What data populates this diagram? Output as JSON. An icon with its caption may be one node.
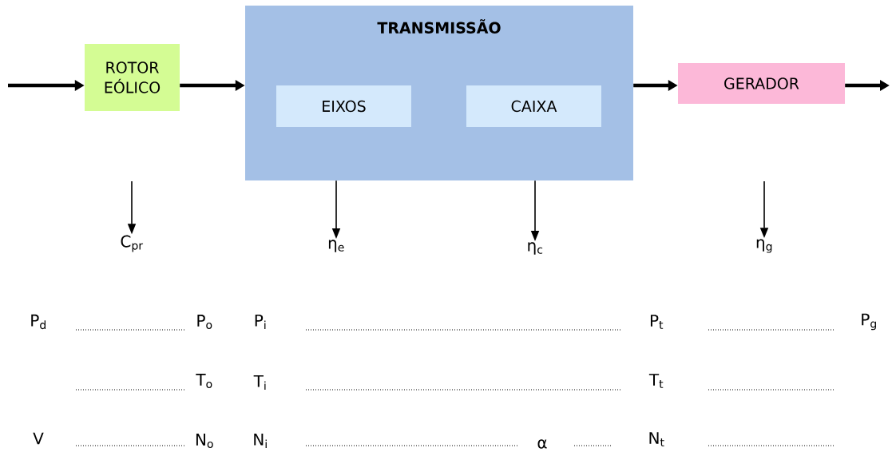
{
  "diagram": {
    "nodes": [
      {
        "text": [
          "ROTOR EÓLICO"
        ]
      },
      {
        "text": [
          "TRANSMISSÃO"
        ]
      },
      {
        "text": [
          "EIXOS"
        ],
        "in": 1
      },
      {
        "text": [
          "CAIXA"
        ],
        "in": 1
      },
      {
        "text": [
          "GERADOR"
        ]
      },
      {
        "text": [
          "C$_{pr}$"
        ]
      },
      {
        "text": [
          "η$_{e}$"
        ]
      },
      {
        "text": [
          "η$_{c}$"
        ]
      },
      {
        "text": [
          "η$_{g}$"
        ]
      }
    ],
    "edges": [
      {
        "from": null,
        "to": 0,
        "arrow": "to",
        "style": "thick"
      },
      {
        "from": 0,
        "to": 1,
        "arrow": "to",
        "style": "thick"
      },
      {
        "from": 1,
        "to": 4,
        "arrow": "to",
        "style": "thick"
      },
      {
        "from": 4,
        "to": null,
        "arrow": "to",
        "style": "thick"
      },
      {
        "from": null,
        "to": 5,
        "arrow": "to"
      },
      {
        "from": 1,
        "to": 6,
        "arrow": "to"
      },
      {
        "from": 1,
        "to": 7,
        "arrow": "to"
      },
      {
        "from": null,
        "to": 8,
        "arrow": "to"
      }
    ],
    "labels": [
      "P$_{d}$",
      "P$_{o}$",
      "P$_{i}$",
      "P$_{t}$",
      "P$_{g}$",
      "T$_{o}$",
      "T$_{i}$",
      "T$_{t}$",
      "V",
      "N$_{o}$",
      "N$_{i}$",
      "α",
      "N$_{t}$"
    ]
  }
}
